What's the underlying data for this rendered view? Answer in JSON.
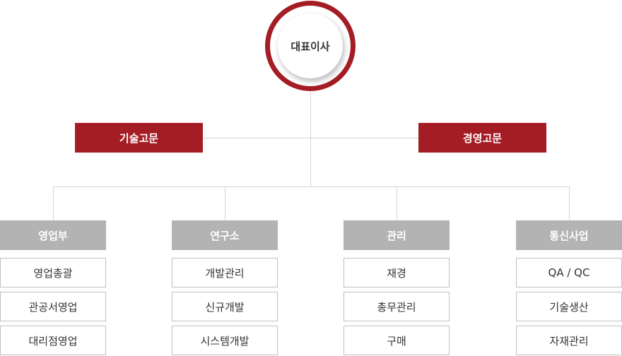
{
  "ceo": {
    "label": "대표이사"
  },
  "advisors": [
    {
      "label": "기술고문"
    },
    {
      "label": "경영고문"
    }
  ],
  "departments": [
    {
      "label": "영업부",
      "items": [
        "영업총괄",
        "관공서영업",
        "대리점영업"
      ]
    },
    {
      "label": "연구소",
      "items": [
        "개발관리",
        "신규개발",
        "시스템개발"
      ]
    },
    {
      "label": "관리",
      "items": [
        "재경",
        "총무관리",
        "구매"
      ]
    },
    {
      "label": "통신사업",
      "items": [
        "QA / QC",
        "기술생산",
        "자재관리"
      ]
    }
  ],
  "colors": {
    "accent": "#a51d24",
    "dept_header": "#b3b3b3",
    "connector": "#d4d4d4"
  }
}
